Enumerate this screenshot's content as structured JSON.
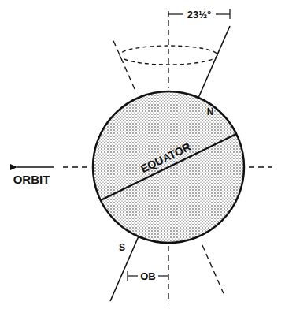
{
  "diagram": {
    "labels": [
      "23½°",
      "N",
      "EQUATOR",
      "ORBIT",
      "S",
      "OB"
    ]
  }
}
